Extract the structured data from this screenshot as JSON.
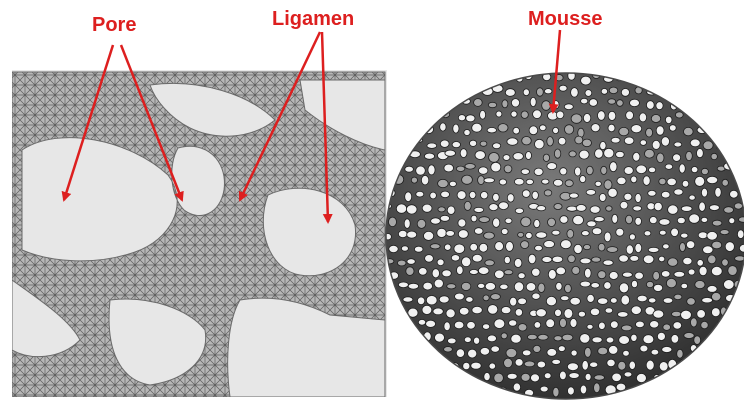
{
  "labels": {
    "pore": "Pore",
    "ligamen": "Ligamen",
    "mousse": "Mousse"
  },
  "colors": {
    "annotation": "#dd1f1f",
    "mesh_fill": "#b9b9b9",
    "mesh_line": "#5f5f5f",
    "foam_dark": "#2b2b2b",
    "foam_light": "#f2f2f2"
  },
  "panels": {
    "left": "wireframe-mesh-closeup",
    "right": "circular-foam-sample"
  }
}
